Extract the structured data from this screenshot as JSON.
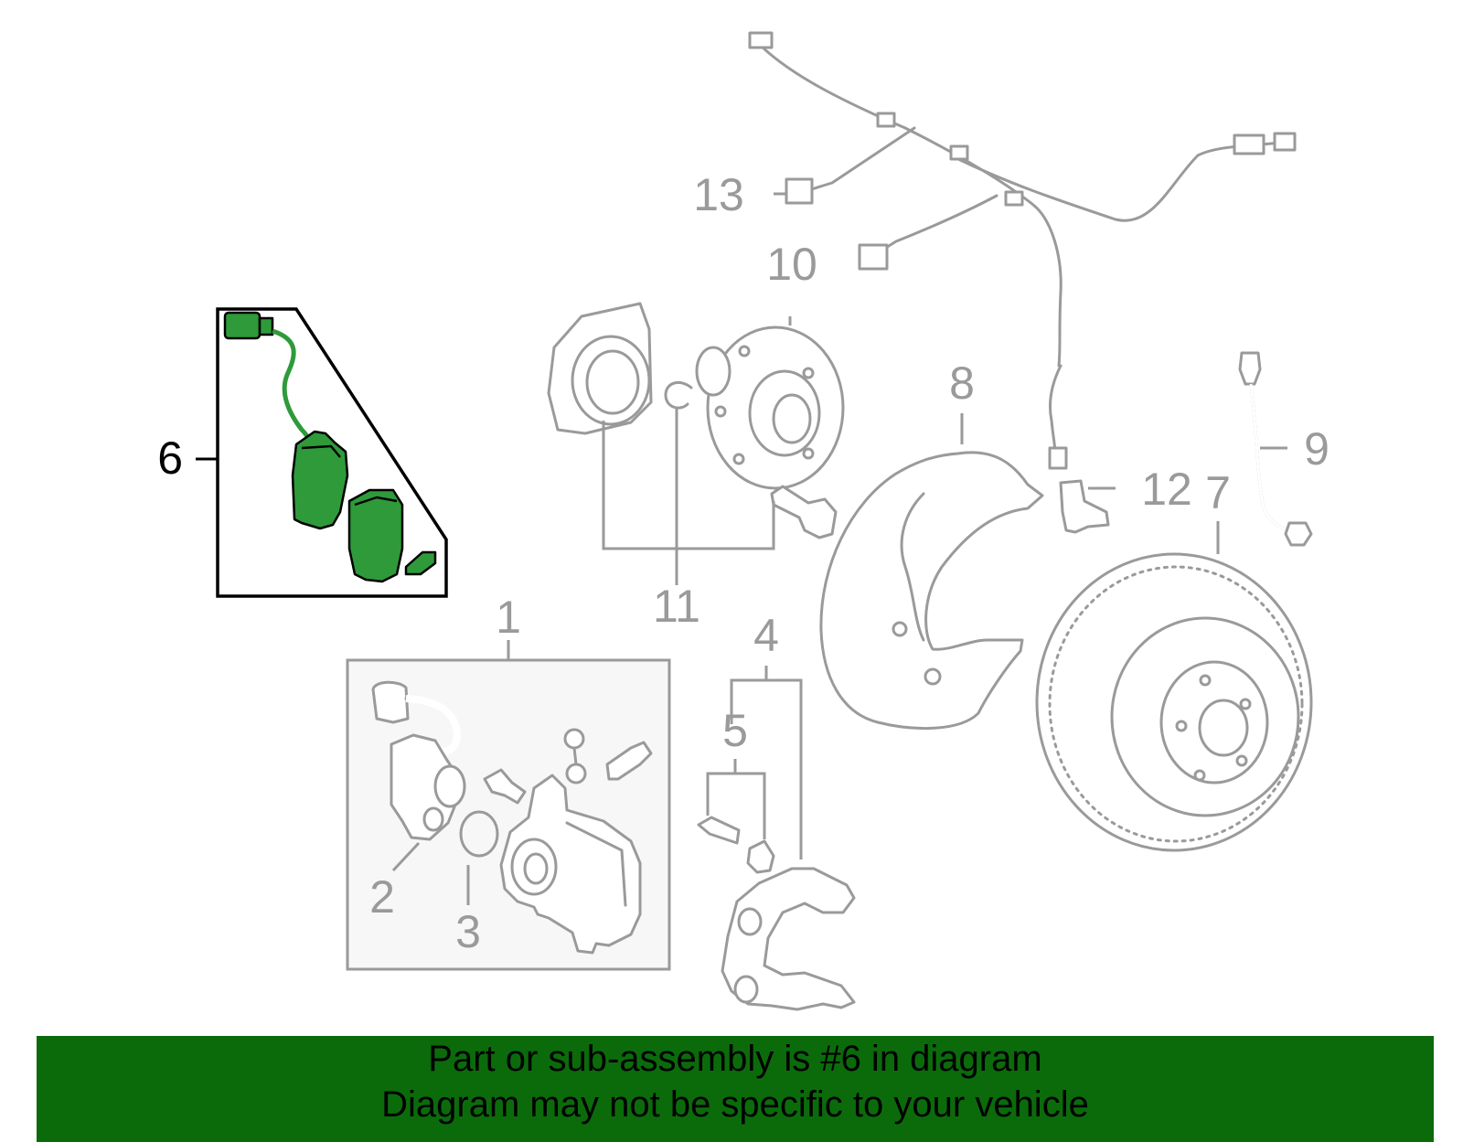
{
  "callouts": {
    "c1": "1",
    "c2": "2",
    "c3": "3",
    "c4": "4",
    "c5": "5",
    "c6": "6",
    "c7": "7",
    "c8": "8",
    "c9": "9",
    "c10": "10",
    "c11": "11",
    "c12": "12",
    "c13": "13"
  },
  "highlighted_callout": "6",
  "banner": {
    "line1": "Part or sub-assembly is #6 in diagram",
    "line2": "Diagram may not be specific to your vehicle"
  },
  "colors": {
    "highlight_part": "#2e9a3a",
    "banner_bg": "#0b6b0b",
    "part_stroke": "#9a9a9a"
  }
}
